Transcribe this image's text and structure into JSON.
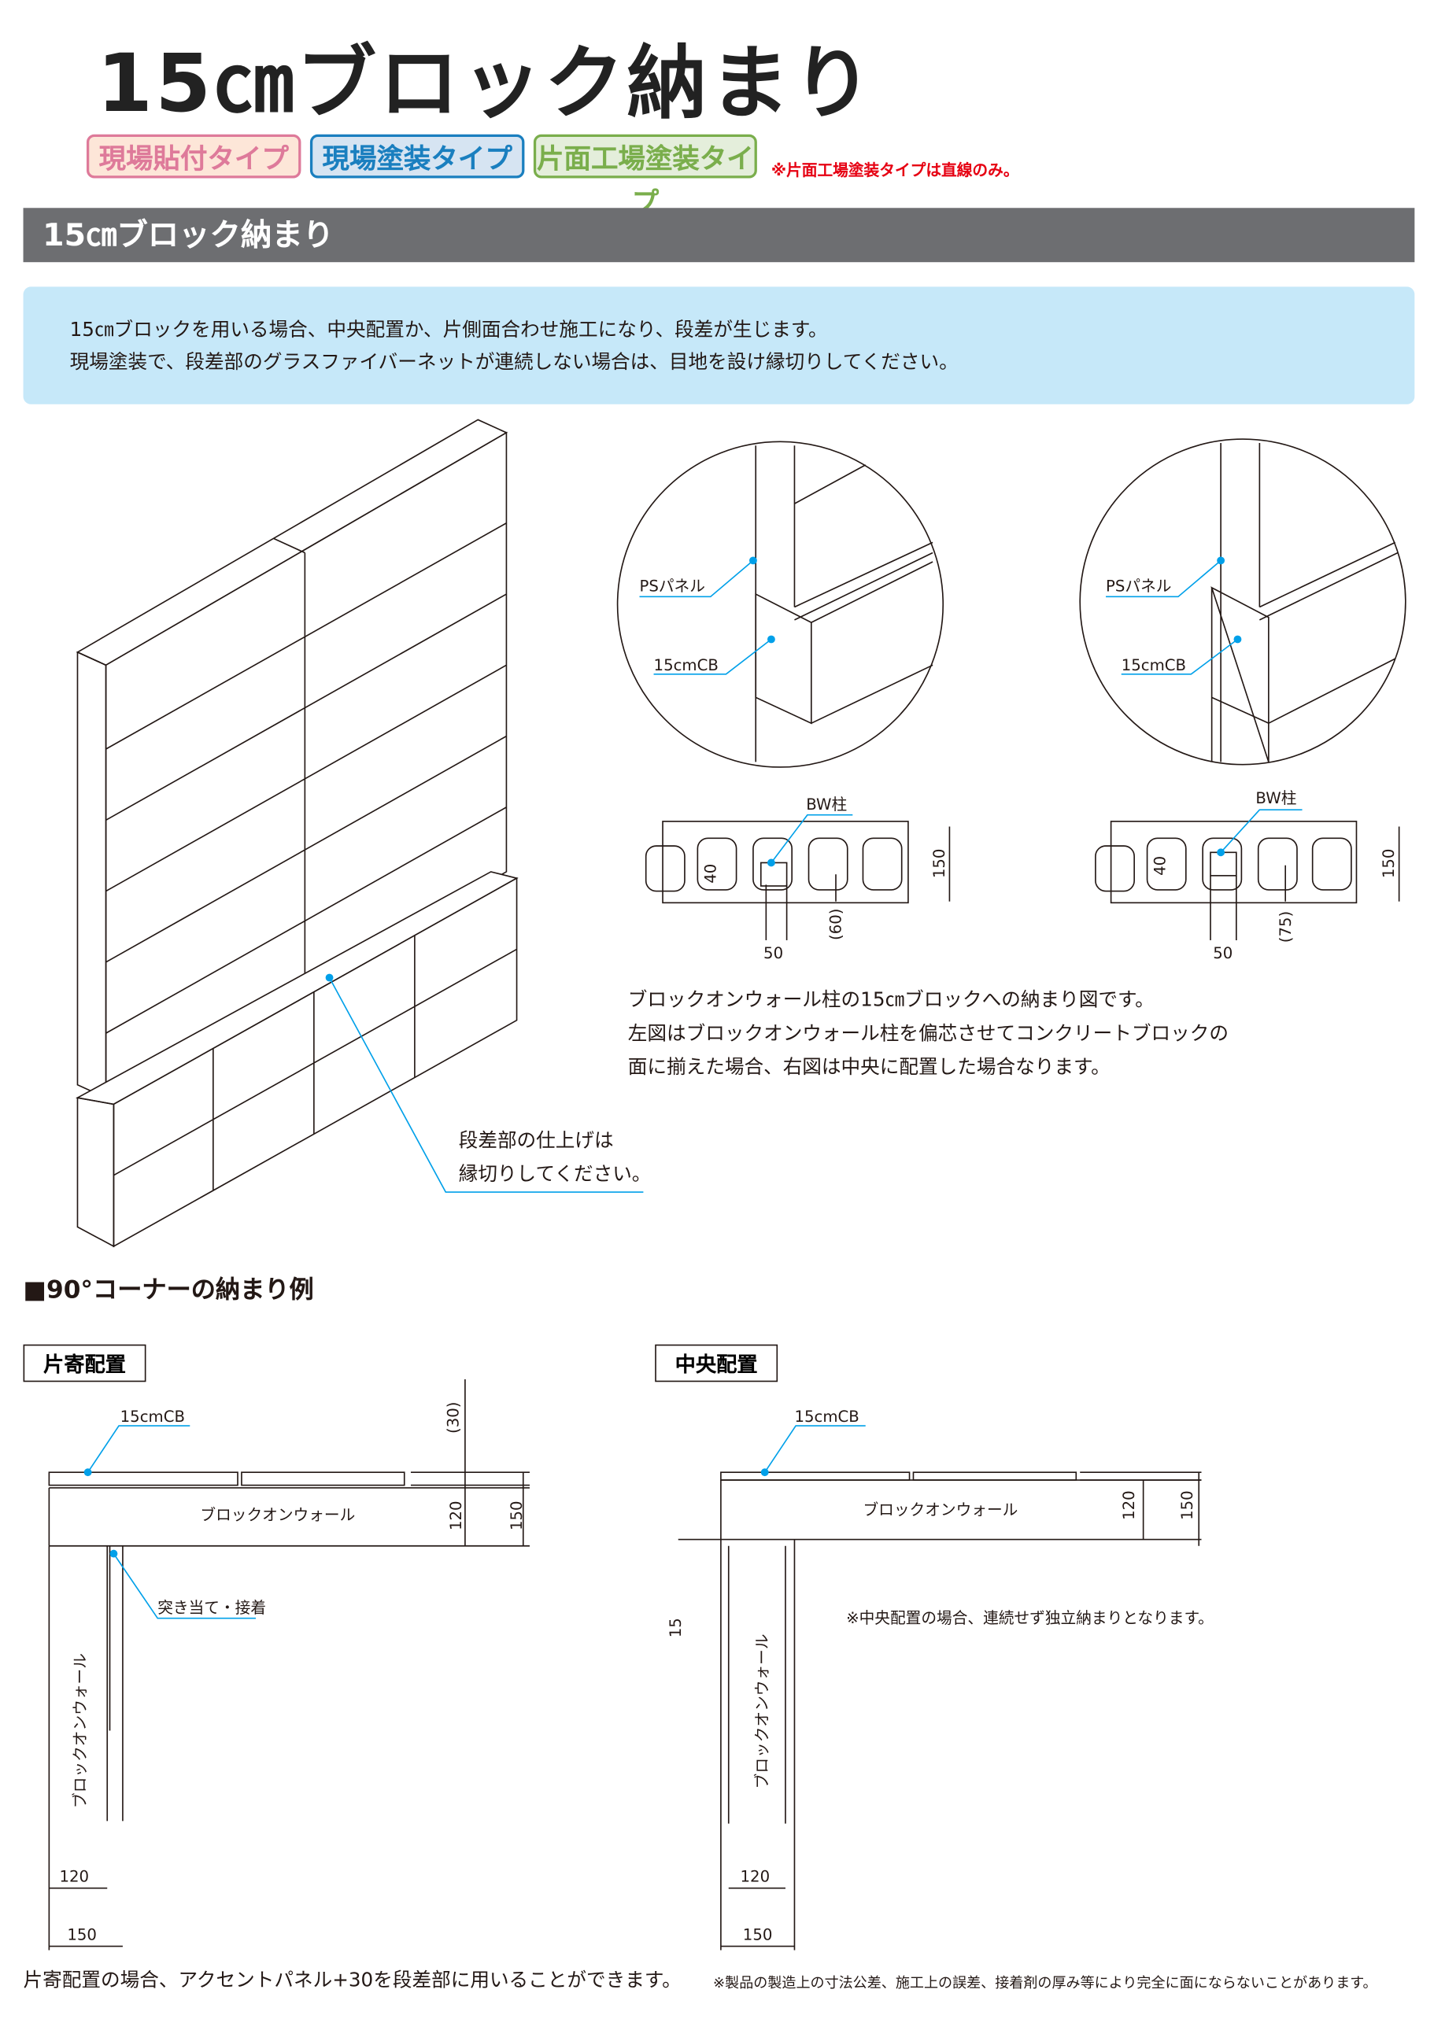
{
  "title": "15㎝ブロック納まり",
  "badges": [
    "現場貼付タイプ",
    "現場塗装タイプ",
    "片面工場塗装タイプ"
  ],
  "badge_note": "※片面工場塗装タイプは直線のみ。",
  "section_title": "15㎝ブロック納まり",
  "info": [
    "15㎝ブロックを用いる場合、中央配置か、片側面合わせ施工になり、段差が生じます。",
    "現場塗装で、段差部のグラスファイバーネットが連続しない場合は、目地を設け縁切りしてください。"
  ],
  "wall_callout": [
    "段差部の仕上げは",
    "縁切りしてください。"
  ],
  "detail": {
    "ps_panel": "PSパネル",
    "cb": "15cmCB",
    "bw": "BW柱",
    "dim_40": "40",
    "dim_50": "50",
    "dim_150": "150",
    "dim_left_offset": "(60)",
    "dim_right_offset": "(75)"
  },
  "detail_text": [
    "ブロックオンウォール柱の15㎝ブロックへの納まり図です。",
    "左図はブロックオンウォール柱を偏芯させてコンクリートブロックの",
    "面に揃えた場合、右図は中央に配置した場合なります。"
  ],
  "corner": {
    "heading": "■90°コーナーの納まり例",
    "left": {
      "tag": "片寄配置",
      "cb": "15cmCB",
      "wall": "ブロックオンウォール",
      "dim30": "(30)",
      "dim120": "120",
      "dim150": "150",
      "butt": "突き当て・接着",
      "wall_v": "ブロックオンウォール",
      "w120": "120",
      "w150": "150"
    },
    "right": {
      "tag": "中央配置",
      "cb": "15cmCB",
      "wall": "ブロックオンウォール",
      "dim120": "120",
      "dim150": "150",
      "dim15": "15",
      "note": "※中央配置の場合、連続せず独立納まりとなります。",
      "wall_v": "ブロックオンウォール",
      "w120": "120",
      "w150": "150"
    }
  },
  "footer": {
    "left": "片寄配置の場合、アクセントパネル+30を段差部に用いることができます。",
    "right": "※製品の製造上の寸法公差、施工上の誤差、接着剤の厚み等により完全に面にならないことがあります。"
  },
  "colors": {
    "accent_line": "#00a0e9",
    "bar": "#6d6e71",
    "info_bg": "#c6e8f9"
  }
}
